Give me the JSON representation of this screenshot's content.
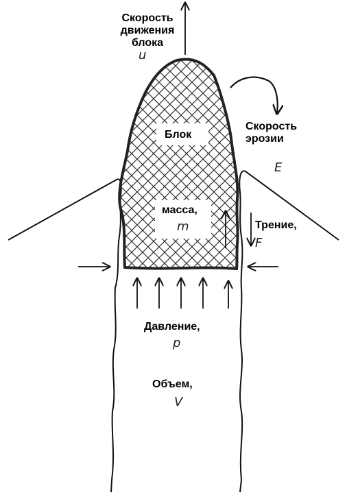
{
  "labels": {
    "velocity": [
      "Скорость",
      "движения",
      "блока"
    ],
    "velocity_symbol": "u",
    "block": "Блок",
    "mass": "масса,",
    "mass_symbol": "m",
    "erosion": [
      "Скорость",
      "эрозии"
    ],
    "erosion_symbol": "E",
    "friction": "Трение,",
    "friction_symbol": "F",
    "pressure": "Давление,",
    "pressure_symbol": "p",
    "volume": "Объем,",
    "volume_symbol": "V"
  },
  "colors": {
    "ink": "#111111",
    "hatch": "#333333",
    "label_bg": "#ffffff"
  }
}
